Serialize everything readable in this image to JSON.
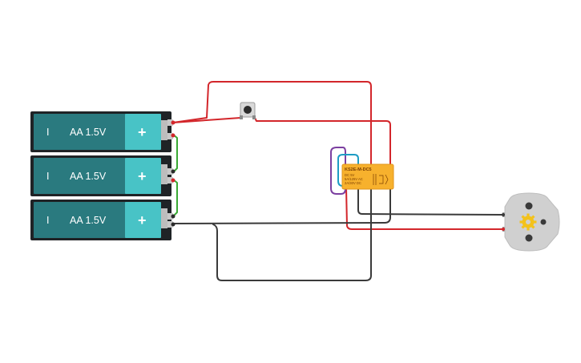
{
  "batteries": [
    {
      "neg_symbol": "I",
      "label": "AA 1.5V",
      "pos_symbol": "+"
    },
    {
      "neg_symbol": "I",
      "label": "AA 1.5V",
      "pos_symbol": "+"
    },
    {
      "neg_symbol": "I",
      "label": "AA 1.5V",
      "pos_symbol": "+"
    }
  ],
  "relay": {
    "model": "KS2E-M-DC5",
    "line1": "DC 5V",
    "line2": "5A/125V AC",
    "line3": "2A/30V DC"
  },
  "colors": {
    "wire_red": "#d3262b",
    "wire_black": "#3a3a3a",
    "wire_green": "#3aa935",
    "wire_purple": "#7b3fa0",
    "wire_teal": "#1e9cc4",
    "battery_body": "#2a7a7f",
    "battery_cap": "#48c3c6",
    "relay_body": "#f7b12d",
    "motor_body": "#d0d0d0",
    "motor_gear": "#f3c21b"
  },
  "icons": {
    "button": "pushbutton-icon",
    "motor": "dc-motor-icon",
    "gear": "gear-icon"
  }
}
